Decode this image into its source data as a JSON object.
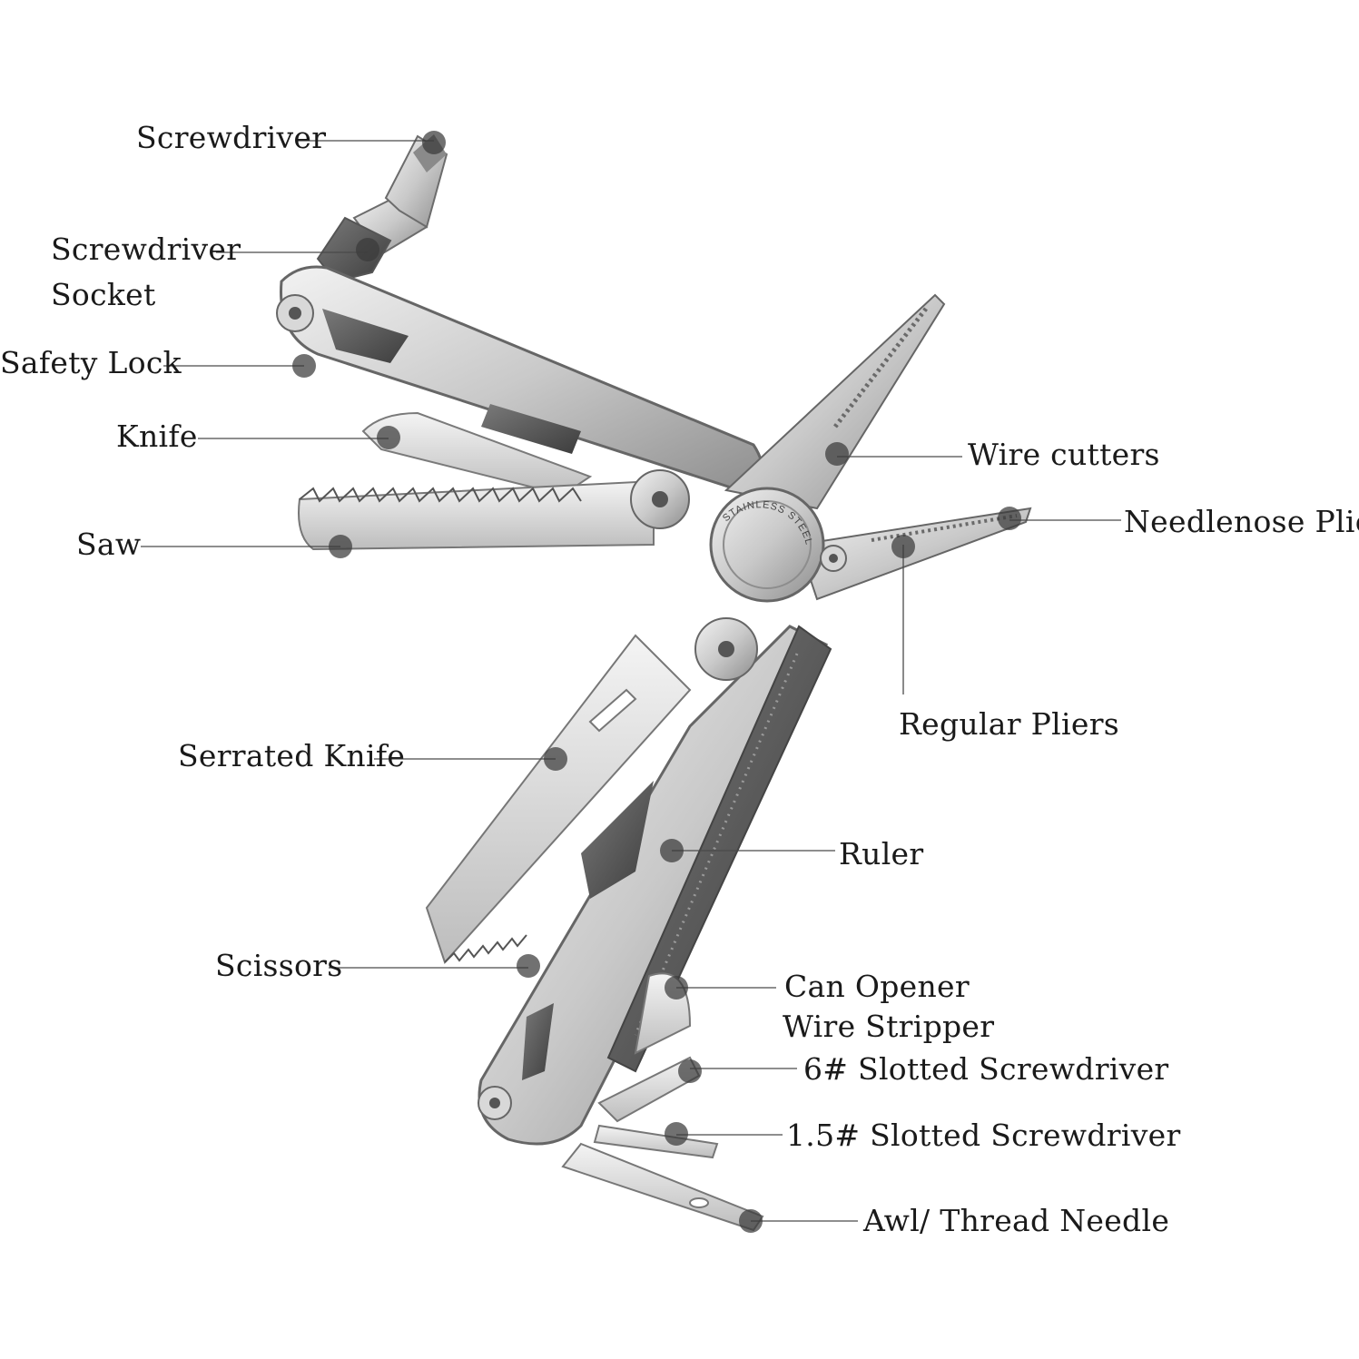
{
  "colors": {
    "background": "#ffffff",
    "metal_light": "#e2e2e2",
    "metal_mid": "#b8b8b8",
    "metal_dark": "#6c6c6c",
    "callout_dot": "#3a3a3a",
    "text": "#1a1a1a"
  },
  "pivot_text": "STAINLESS STEEL",
  "labels": [
    {
      "id": "screwdriver",
      "text": "Screwdriver"
    },
    {
      "id": "screwdriver-socket-1",
      "text": "Screwdriver"
    },
    {
      "id": "screwdriver-socket-2",
      "text": "Socket"
    },
    {
      "id": "safety-lock",
      "text": "Safety Lock"
    },
    {
      "id": "knife",
      "text": "Knife"
    },
    {
      "id": "saw",
      "text": "Saw"
    },
    {
      "id": "wire-cutters",
      "text": "Wire cutters"
    },
    {
      "id": "needlenose-pliers",
      "text": "Needlenose Pliers"
    },
    {
      "id": "regular-pliers",
      "text": "Regular Pliers"
    },
    {
      "id": "serrated-knife",
      "text": "Serrated Knife"
    },
    {
      "id": "ruler",
      "text": "Ruler"
    },
    {
      "id": "scissors",
      "text": "Scissors"
    },
    {
      "id": "can-opener",
      "text": "Can Opener"
    },
    {
      "id": "wire-stripper",
      "text": "Wire Stripper"
    },
    {
      "id": "slotted-6",
      "text": "6# Slotted Screwdriver"
    },
    {
      "id": "slotted-1-5",
      "text": "1.5# Slotted Screwdriver"
    },
    {
      "id": "awl",
      "text": "Awl/ Thread Needle"
    }
  ]
}
